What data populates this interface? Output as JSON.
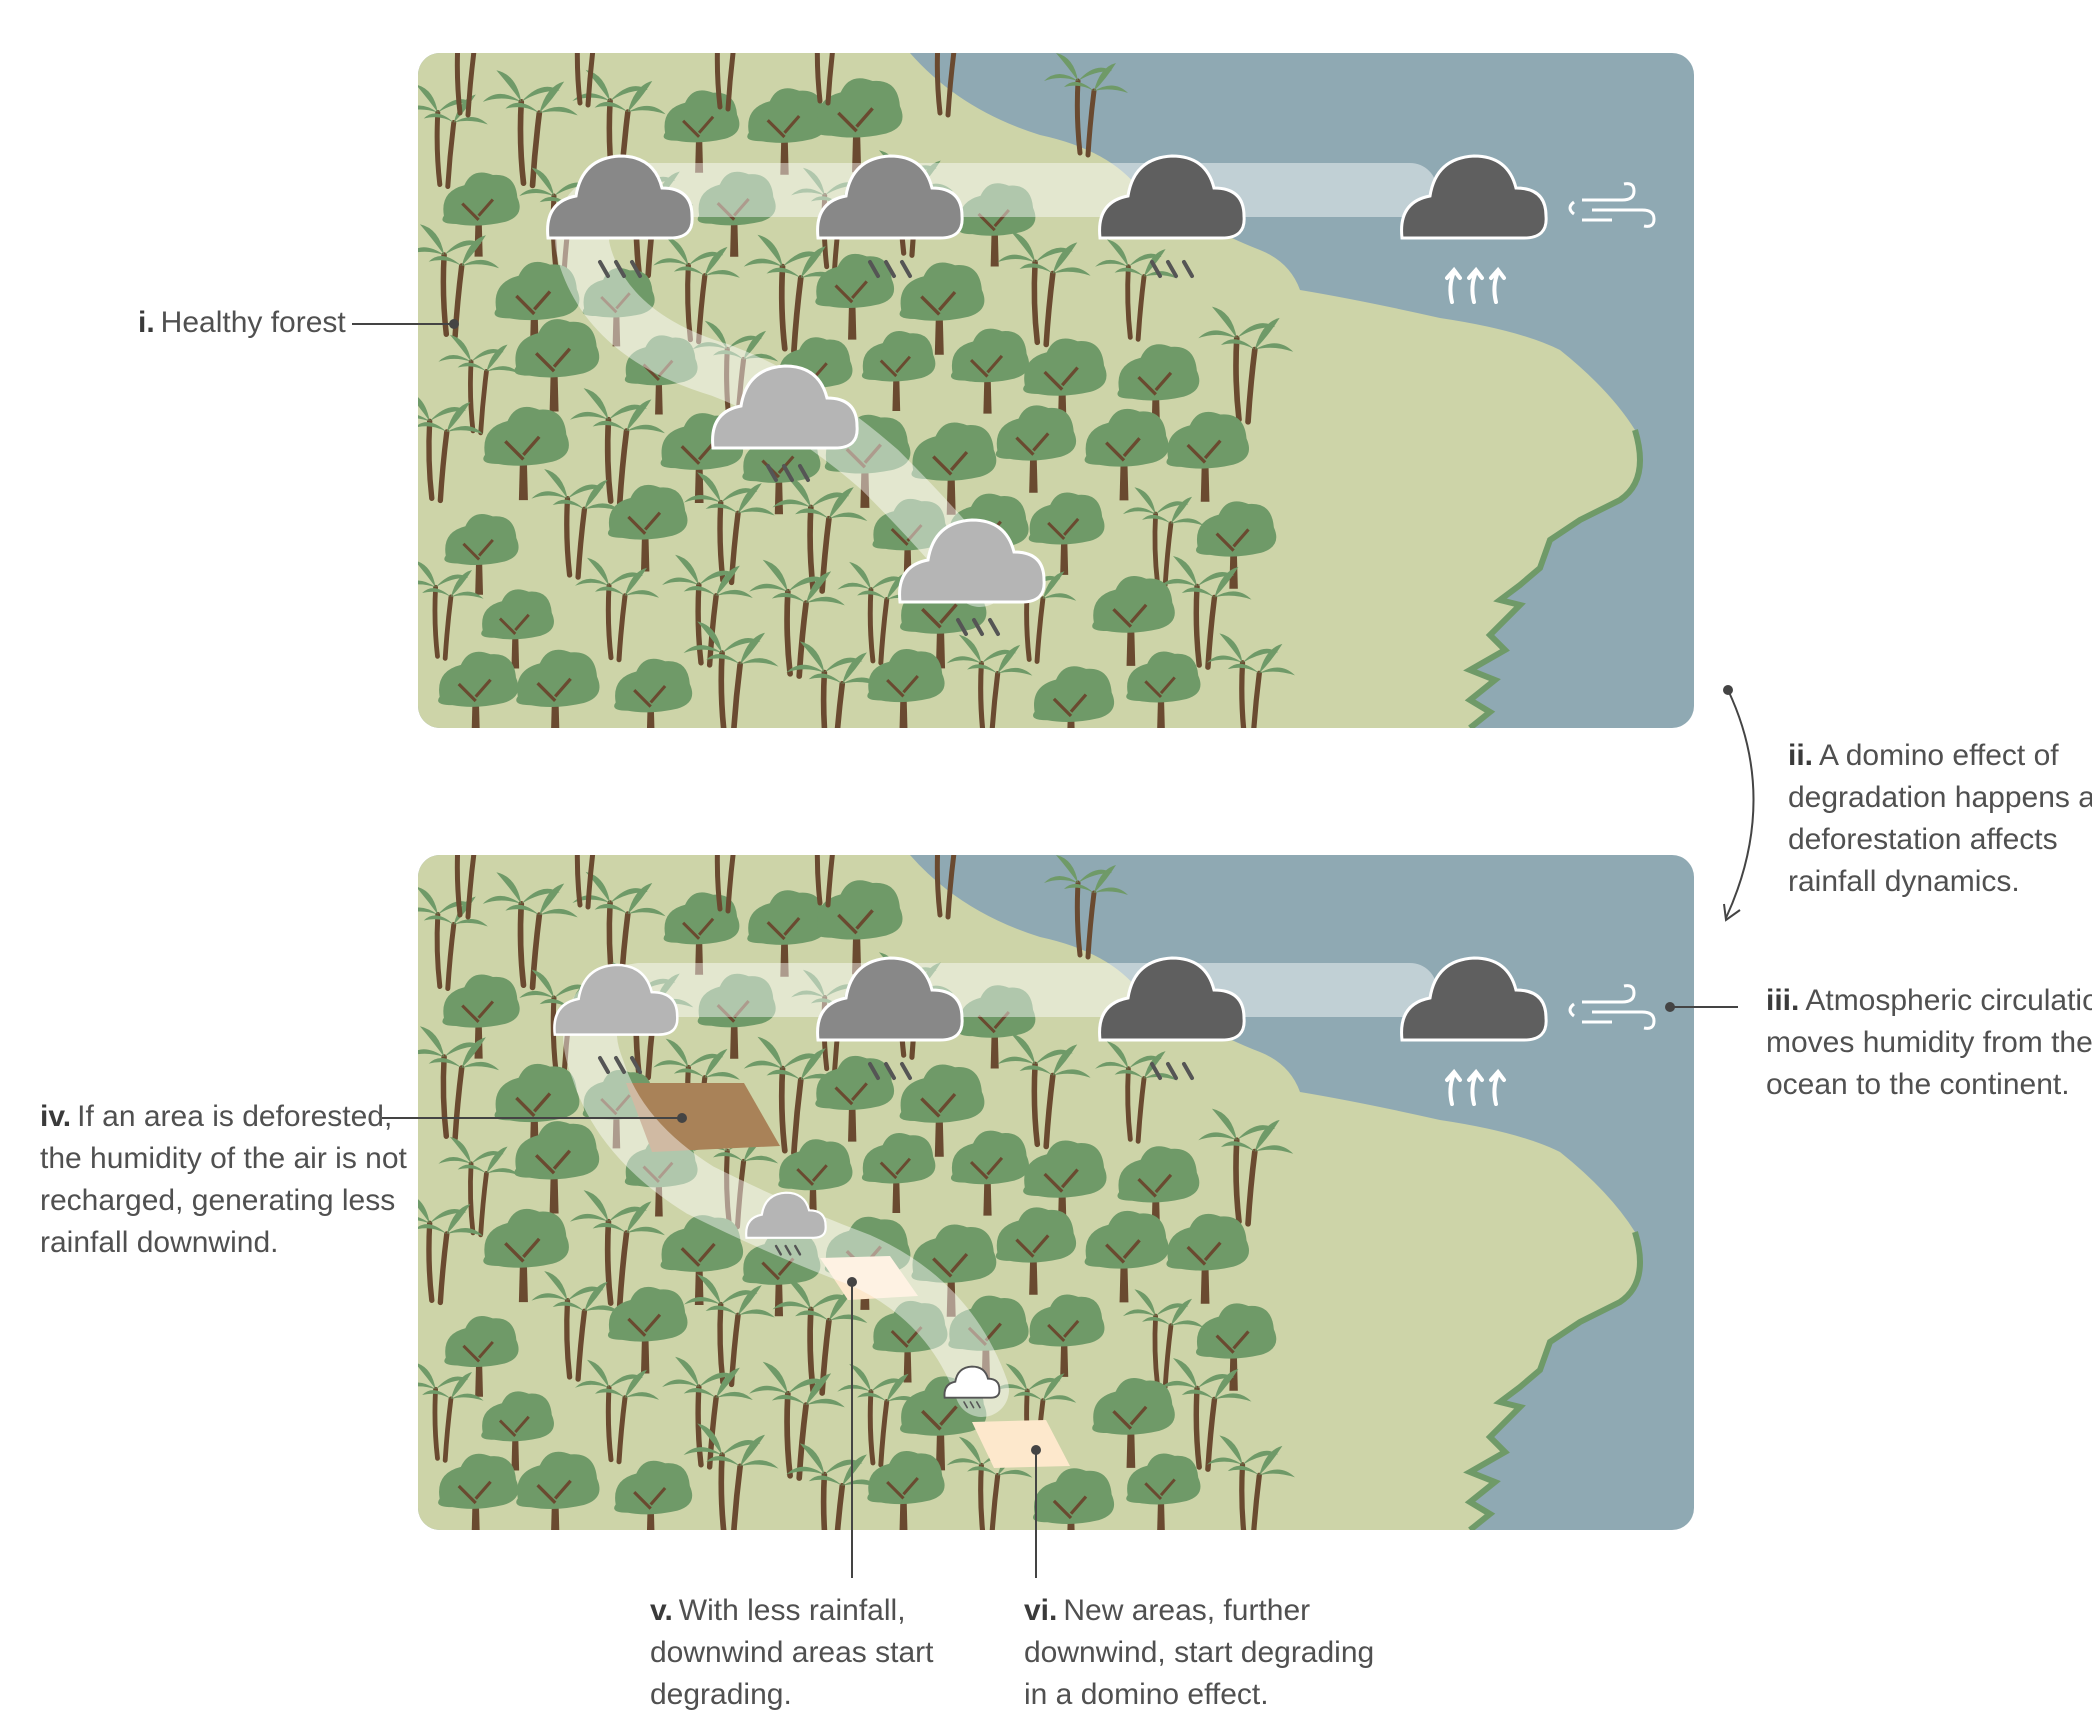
{
  "annotations": {
    "i": {
      "num": "i.",
      "lines": [
        "Healthy forest"
      ]
    },
    "ii": {
      "num": "ii.",
      "lines": [
        "A domino effect of",
        "degradation happens as",
        "deforestation affects",
        "rainfall dynamics."
      ]
    },
    "iii": {
      "num": "iii.",
      "lines": [
        "Atmospheric circulation",
        "moves humidity from the",
        "ocean to the continent."
      ]
    },
    "iv": {
      "num": "iv.",
      "lines": [
        "If an area is deforested,",
        "the humidity of the air is not",
        "recharged, generating less",
        "rainfall downwind."
      ]
    },
    "v": {
      "num": "v.",
      "lines": [
        "With less rainfall,",
        "downwind areas start",
        "degrading."
      ]
    },
    "vi": {
      "num": "vi.",
      "lines": [
        "New areas, further",
        "downwind, start degrading",
        "in a domino effect."
      ]
    }
  },
  "colors": {
    "land": "#cdd4a8",
    "ocean": "#8fa9b3",
    "coast_edge": "#6f9a68",
    "canopy": "#6f9a68",
    "trunk": "#6a4a30",
    "cloud_dark": "#5f5f5f",
    "cloud_mid": "#888888",
    "cloud_light": "#b5b5b5",
    "cloud_white": "#ffffff",
    "deforested": "#a98258",
    "degrading": "#fde8cc",
    "humidity_path": "#ffffff",
    "leader_line": "#444444"
  },
  "panels": {
    "top": {
      "label": "healthy-forest-panel"
    },
    "bottom": {
      "label": "deforested-panel"
    }
  },
  "icons": [
    "wind-icon",
    "evaporation-arrows-icon",
    "rain-icon",
    "cloud-icon",
    "palm-tree-icon",
    "broadleaf-tree-icon",
    "curved-arrow-icon"
  ]
}
